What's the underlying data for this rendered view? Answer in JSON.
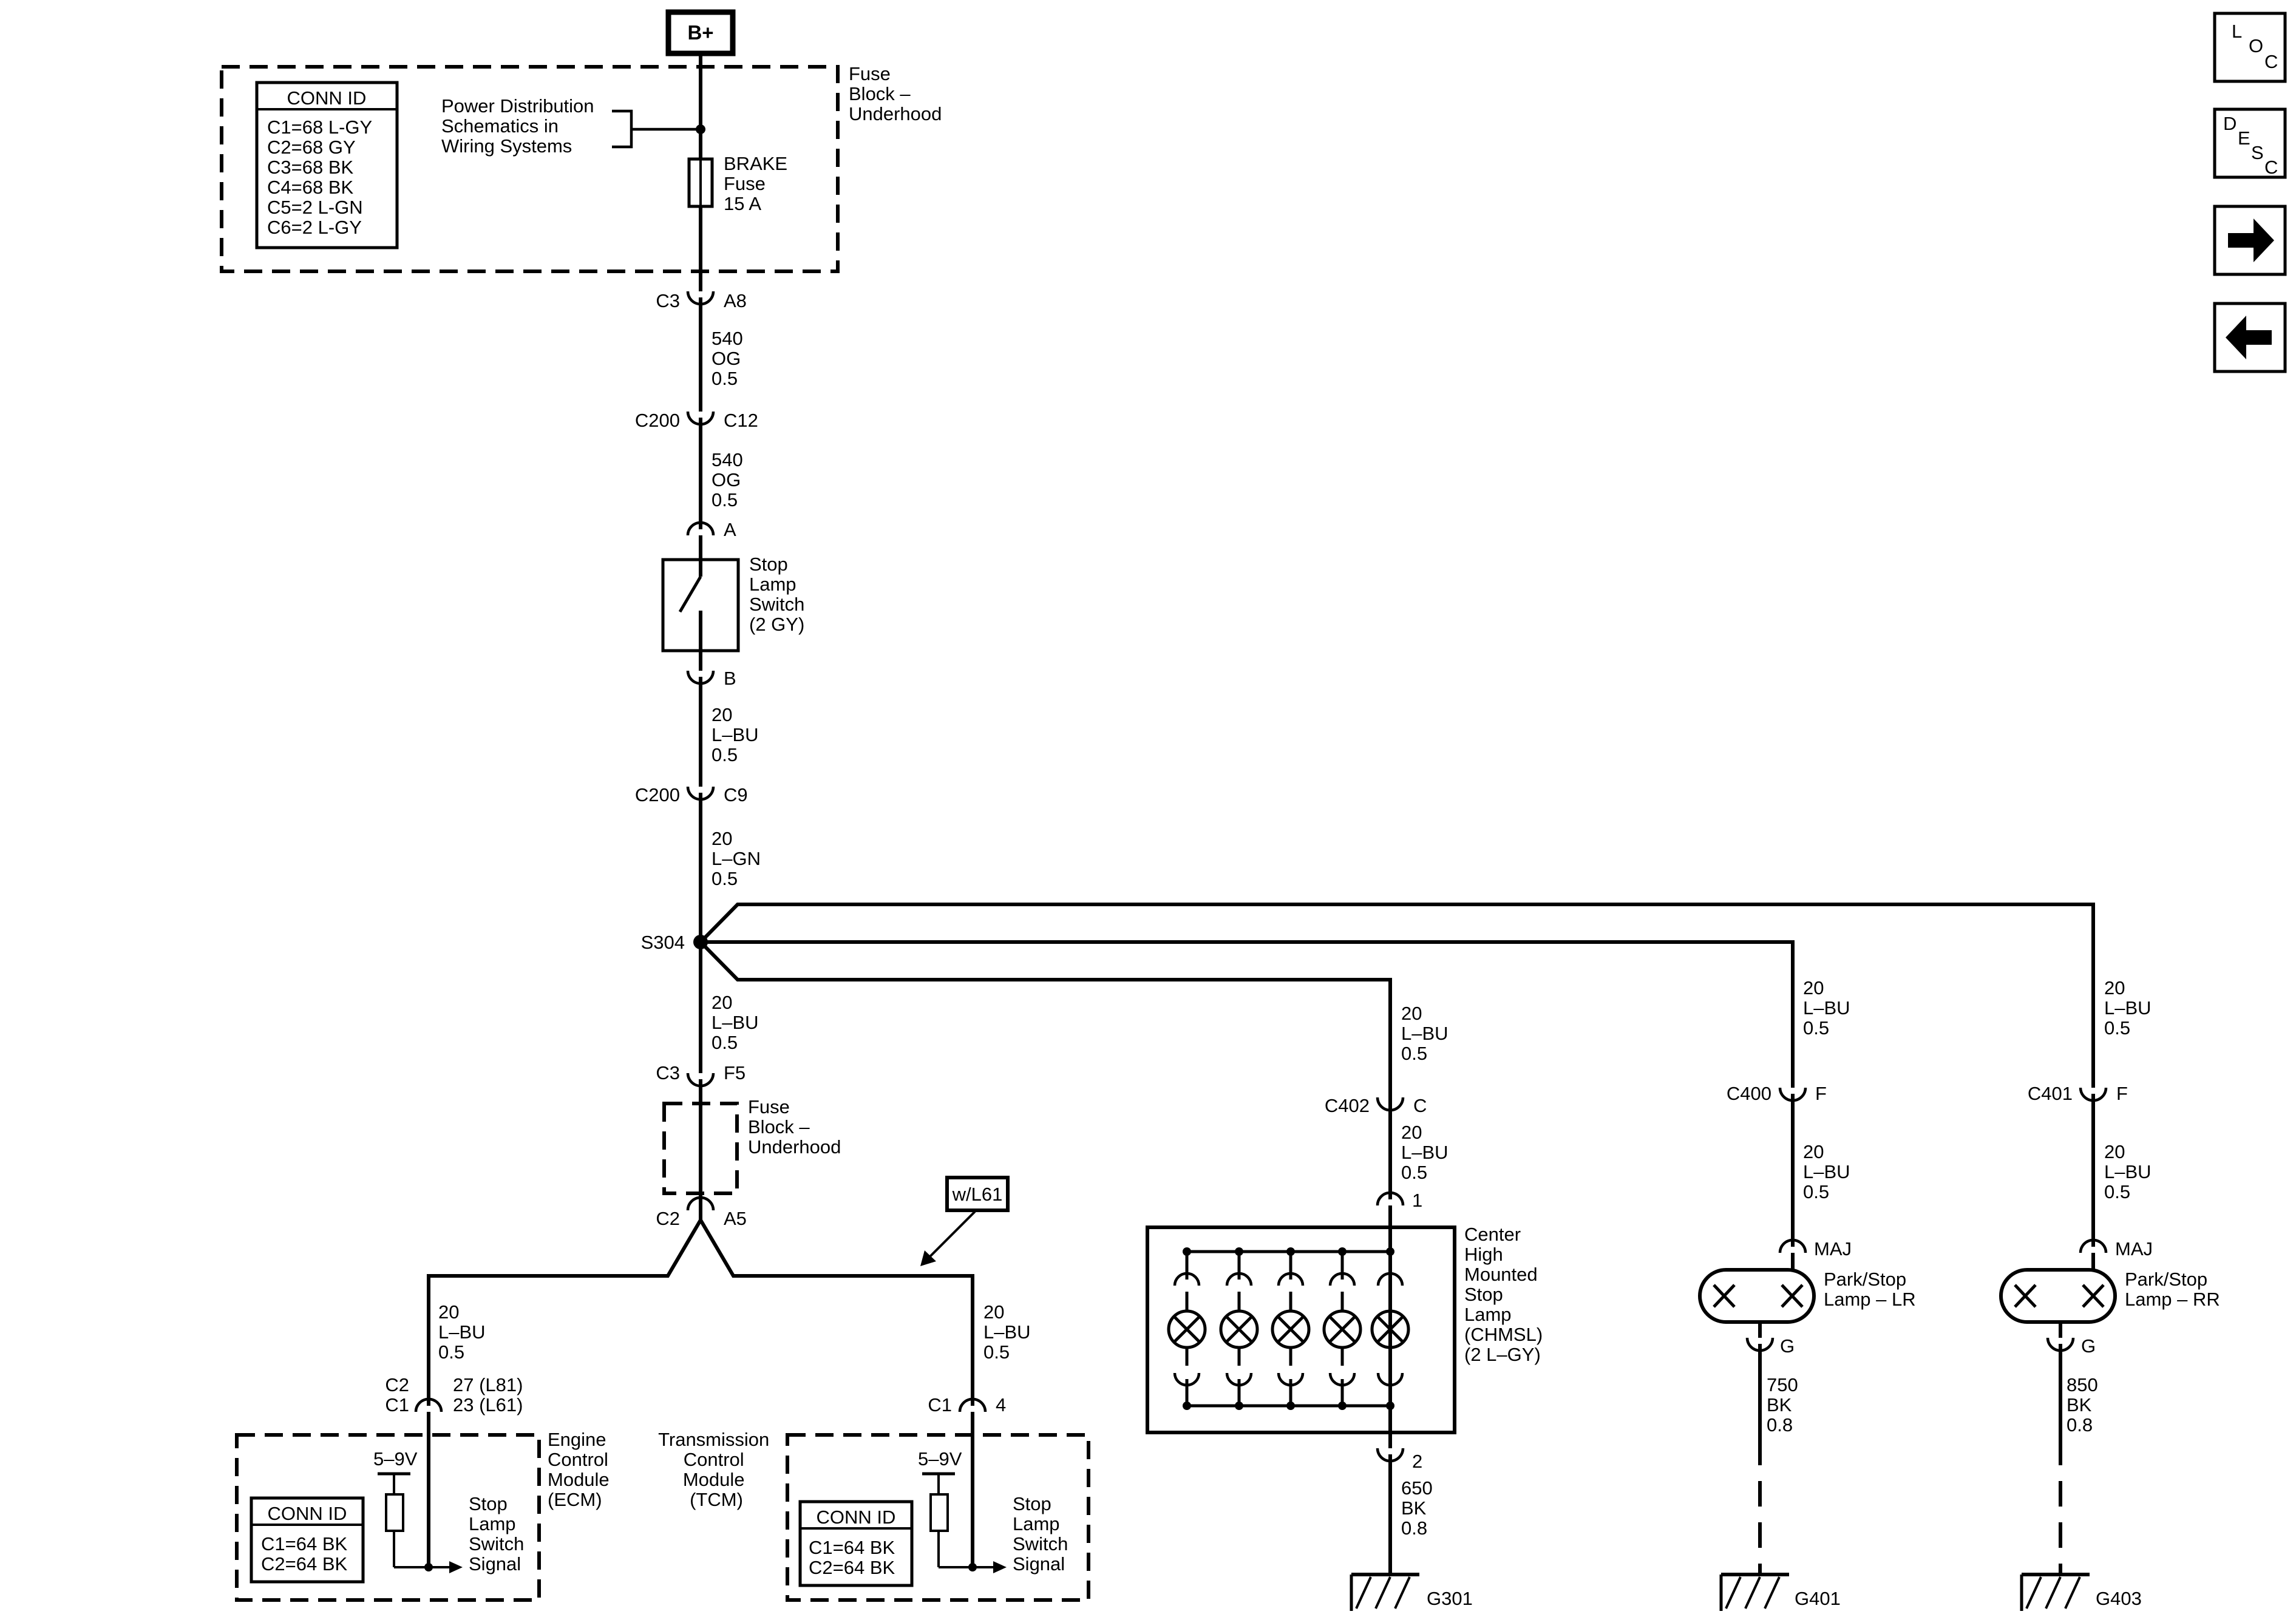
{
  "power_source": "B+",
  "fuse_block": {
    "title_lines": [
      "Fuse",
      "Block –",
      "Underhood"
    ],
    "conn_id_title": "CONN ID",
    "conn_ids": [
      "C1=68 L-GY",
      "C2=68 GY",
      "C3=68 BK",
      "C4=68 BK",
      "C5=2 L-GN",
      "C6=2 L-GY"
    ],
    "power_dist_lines": [
      "Power Distribution",
      "Schematics in",
      "Wiring Systems"
    ],
    "fuse_lines": [
      "BRAKE",
      "Fuse",
      "15 A"
    ]
  },
  "connectors": {
    "c3_a8": [
      "C3",
      "A8"
    ],
    "c200_c12": [
      "C200",
      "C12"
    ],
    "sw_a": "A",
    "sw_b": "B",
    "c200_c9": [
      "C200",
      "C9"
    ],
    "splice": "S304",
    "c3_f5": [
      "C3",
      "F5"
    ],
    "c2_a5": [
      "C2",
      "A5"
    ],
    "ecm_pins": [
      "C2",
      "C1",
      "27 (L81)",
      "23 (L61)"
    ],
    "tcm_pins": [
      "C1",
      "4"
    ],
    "c402": [
      "C402",
      "C"
    ],
    "chmsl_pins": [
      "1",
      "2"
    ],
    "c400": [
      "C400",
      "F"
    ],
    "c401": [
      "C401",
      "F"
    ],
    "lr_pins": [
      "MAJ",
      "G"
    ],
    "rr_pins": [
      "MAJ",
      "G"
    ]
  },
  "wires": {
    "w540a": [
      "540",
      "OG",
      "0.5"
    ],
    "w540b": [
      "540",
      "OG",
      "0.5"
    ],
    "w20a": [
      "20",
      "L–BU",
      "0.5"
    ],
    "w20gn": [
      "20",
      "L–GN",
      "0.5"
    ],
    "w20b": [
      "20",
      "L–BU",
      "0.5"
    ],
    "w20ecm": [
      "20",
      "L–BU",
      "0.5"
    ],
    "w20tcm": [
      "20",
      "L–BU",
      "0.5"
    ],
    "w20c402a": [
      "20",
      "L–BU",
      "0.5"
    ],
    "w20c402b": [
      "20",
      "L–BU",
      "0.5"
    ],
    "w20c400a": [
      "20",
      "L–BU",
      "0.5"
    ],
    "w20c400b": [
      "20",
      "L–BU",
      "0.5"
    ],
    "w20c401a": [
      "20",
      "L–BU",
      "0.5"
    ],
    "w20c401b": [
      "20",
      "L–BU",
      "0.5"
    ],
    "w650": [
      "650",
      "BK",
      "0.8"
    ],
    "w750": [
      "750",
      "BK",
      "0.8"
    ],
    "w850": [
      "850",
      "BK",
      "0.8"
    ]
  },
  "components": {
    "stop_lamp_switch": [
      "Stop",
      "Lamp",
      "Switch",
      "(2 GY)"
    ],
    "fuse_block_2": [
      "Fuse",
      "Block –",
      "Underhood"
    ],
    "option_tag": "w/L61",
    "ecm": [
      "Engine",
      "Control",
      "Module",
      "(ECM)"
    ],
    "ecm_conn_title": "CONN ID",
    "ecm_conn_ids": [
      "C1=64 BK",
      "C2=64 BK"
    ],
    "ecm_voltage": "5–9V",
    "ecm_signal": [
      "Stop",
      "Lamp",
      "Switch",
      "Signal"
    ],
    "tcm": [
      "Transmission",
      "Control",
      "Module",
      "(TCM)"
    ],
    "tcm_conn_title": "CONN ID",
    "tcm_conn_ids": [
      "C1=64 BK",
      "C2=64 BK"
    ],
    "tcm_voltage": "5–9V",
    "tcm_signal": [
      "Stop",
      "Lamp",
      "Switch",
      "Signal"
    ],
    "chmsl": [
      "Center",
      "High",
      "Mounted",
      "Stop",
      "Lamp",
      "(CHMSL)",
      "(2 L–GY)"
    ],
    "lamp_lr": [
      "Park/Stop",
      "Lamp – LR"
    ],
    "lamp_rr": [
      "Park/Stop",
      "Lamp – RR"
    ]
  },
  "grounds": [
    "G301",
    "G401",
    "G403"
  ],
  "nav": {
    "loc": [
      "L",
      "O",
      "C"
    ],
    "desc": [
      "D",
      "E",
      "S",
      "C"
    ],
    "next_icon": "arrow-right",
    "prev_icon": "arrow-left"
  }
}
